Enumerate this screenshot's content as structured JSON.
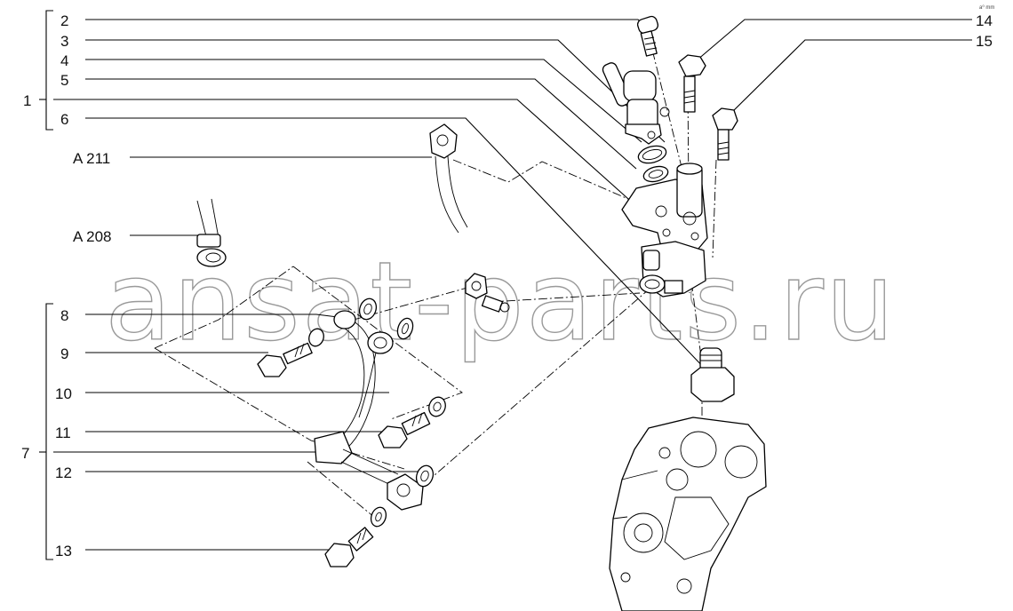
{
  "diagram": {
    "labels": {
      "l2": "2",
      "l3": "3",
      "l4": "4",
      "l5": "5",
      "l6": "6",
      "l1": "1",
      "lA211": "A 211",
      "lA208": "A 208",
      "l8": "8",
      "l9": "9",
      "l10": "10",
      "l11": "11",
      "l12": "12",
      "l13": "13",
      "l7": "7",
      "l14": "14",
      "l15": "15"
    },
    "watermark": "ansat-parts.ru",
    "corner_mark": "a⁰ mm"
  }
}
